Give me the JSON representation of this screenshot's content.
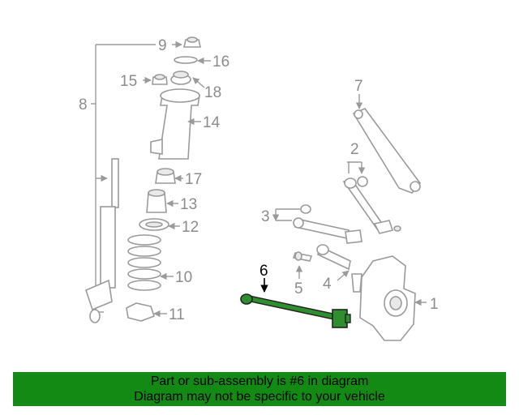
{
  "diagram": {
    "callouts": {
      "c1": "1",
      "c2": "2",
      "c3": "3",
      "c4": "4",
      "c5": "5",
      "c6": "6",
      "c7": "7",
      "c8": "8",
      "c9": "9",
      "c10": "10",
      "c11": "11",
      "c12": "12",
      "c13": "13",
      "c14": "14",
      "c15": "15",
      "c16": "16",
      "c17": "17",
      "c18": "18"
    },
    "highlighted_part": "6",
    "colors": {
      "highlight": "#1f7a1f",
      "banner": "#138a13",
      "lines": "#9a9a9a"
    }
  },
  "banner": {
    "line1": "Part or sub-assembly is #6 in diagram",
    "line2": "Diagram may not be specific to your vehicle"
  }
}
